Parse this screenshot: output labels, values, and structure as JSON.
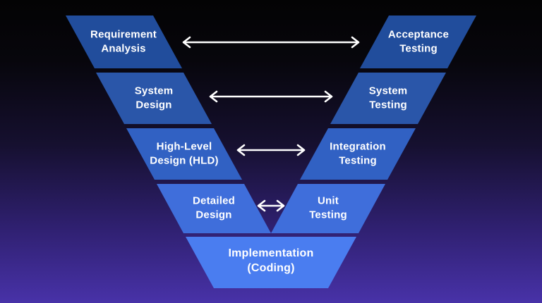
{
  "background": {
    "top": "#030304",
    "upper_mid": "#07060c",
    "mid": "#161030",
    "lower_mid": "#2f2070",
    "bottom": "#4832a8"
  },
  "vmodel": {
    "text_color": "#ffffff",
    "arrow_color": "#ffffff",
    "left_phases": [
      {
        "label": "Requirement\nAnalysis",
        "color": "#214d9c"
      },
      {
        "label": "System\nDesign",
        "color": "#2a56a9"
      },
      {
        "label": "High-Level\nDesign (HLD)",
        "color": "#3161c3"
      },
      {
        "label": "Detailed\nDesign",
        "color": "#3f6edb"
      }
    ],
    "right_phases": [
      {
        "label": "Acceptance\nTesting",
        "color": "#214d9c"
      },
      {
        "label": "System\nTesting",
        "color": "#2a56a9"
      },
      {
        "label": "Integration\nTesting",
        "color": "#3161c3"
      },
      {
        "label": "Unit\nTesting",
        "color": "#3f6edb"
      }
    ],
    "base_phase": {
      "label": "Implementation\n(Coding)",
      "color": "#4a7df0"
    },
    "arrows": [
      {
        "between": [
          "Requirement Analysis",
          "Acceptance Testing"
        ],
        "style": "double-headed"
      },
      {
        "between": [
          "System Design",
          "System Testing"
        ],
        "style": "double-headed"
      },
      {
        "between": [
          "High-Level Design (HLD)",
          "Integration Testing"
        ],
        "style": "double-headed"
      },
      {
        "between": [
          "Detailed Design",
          "Unit Testing"
        ],
        "style": "double-headed"
      }
    ]
  }
}
